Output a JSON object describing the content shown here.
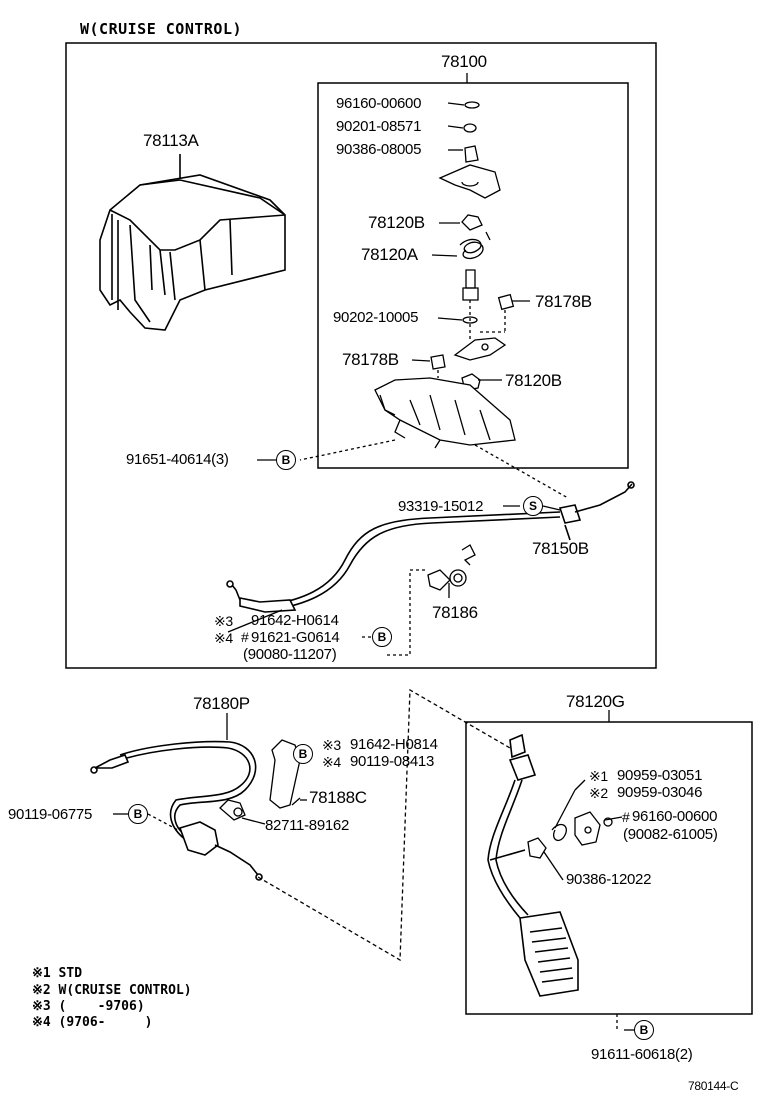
{
  "header": {
    "title": "W(CRUISE CONTROL)"
  },
  "groups": {
    "g78100": "78100",
    "g78180P": "78180P",
    "g78120G": "78120G"
  },
  "parts": {
    "p78113A": "78113A",
    "p96160_00600": "96160-00600",
    "p90201_08571": "90201-08571",
    "p90386_08005": "90386-08005",
    "p78120B_top": "78120B",
    "p78120A": "78120A",
    "p90202_10005": "90202-10005",
    "p78178B_right": "78178B",
    "p78178B_left": "78178B",
    "p78120B_bottom": "78120B",
    "p91651": "91651-40614(3)",
    "p93319": "93319-15012",
    "p78150B": "78150B",
    "p78186": "78186",
    "p91642_H0614": "91642-H0614",
    "p91621": "91621-G0614",
    "p90080": "(90080-11207)",
    "p91642_H0814": "91642-H0814",
    "p90119_08413": "90119-08413",
    "p78188C": "78188C",
    "p90119_06775": "90119-06775",
    "p82711": "82711-89162",
    "p90959_03051": "90959-03051",
    "p90959_03046": "90959-03046",
    "p96160_00600b": "96160-00600",
    "p90082": "(90082-61005)",
    "p90386_12022": "90386-12022",
    "p91611": "91611-60618(2)"
  },
  "marks": {
    "m3a": "※3",
    "m4a": "※4",
    "m3b": "※3",
    "m4b": "※4",
    "m1": "※1",
    "m2": "※2",
    "hash1": "#",
    "hash2": "#"
  },
  "circles": {
    "B": "B",
    "S": "S"
  },
  "legend": {
    "l1": "※1 STD",
    "l2": "※2 W(CRUISE CONTROL)",
    "l3": "※3 (    -9706)",
    "l4": "※4 (9706-     )"
  },
  "footer": {
    "code": "780144-C"
  }
}
